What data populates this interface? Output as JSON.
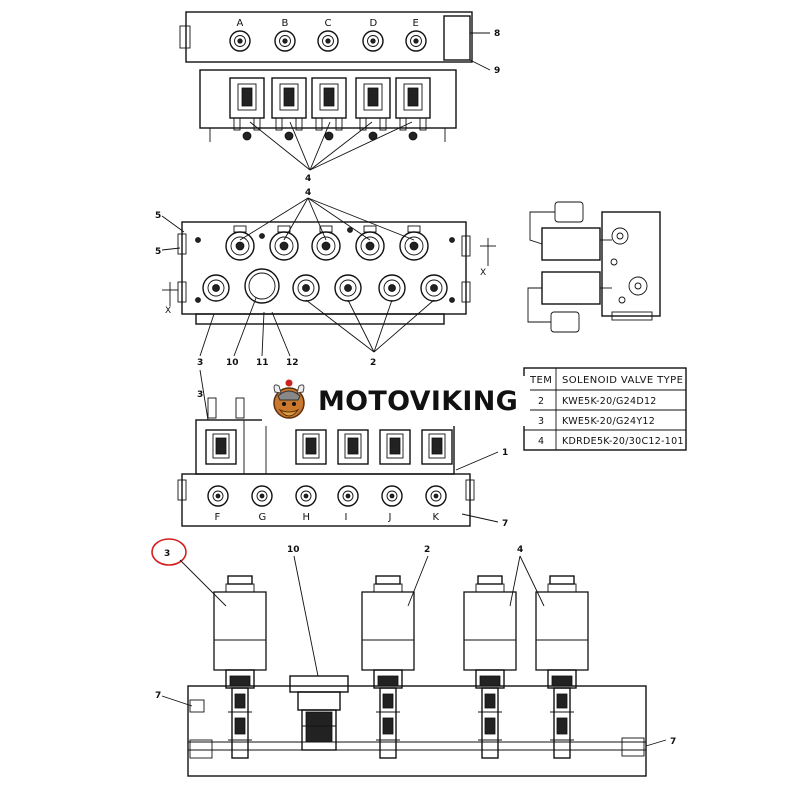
{
  "ports_top": [
    "A",
    "B",
    "C",
    "D",
    "E"
  ],
  "ports_bottom": [
    "F",
    "G",
    "H",
    "I",
    "J",
    "K"
  ],
  "callouts": {
    "c1": "1",
    "c2": "2",
    "c3": "3",
    "c4": "4",
    "c5": "5",
    "c7": "7",
    "c8": "8",
    "c9": "9",
    "c10": "10",
    "c11": "11",
    "c12": "12"
  },
  "section_marker": "X",
  "table": {
    "col_item": "TEM",
    "col_type": "SOLENOID VALVE TYPE",
    "rows": [
      {
        "item": "2",
        "type": "KWE5K-20/G24D12"
      },
      {
        "item": "3",
        "type": "KWE5K-20/G24Y12"
      },
      {
        "item": "4",
        "type": "KDRDE5K-20/30C12-101"
      }
    ]
  },
  "watermark": {
    "brand": "MOTOVIKING"
  },
  "colors": {
    "highlight_circle": "#d42020",
    "ink": "#111111"
  }
}
